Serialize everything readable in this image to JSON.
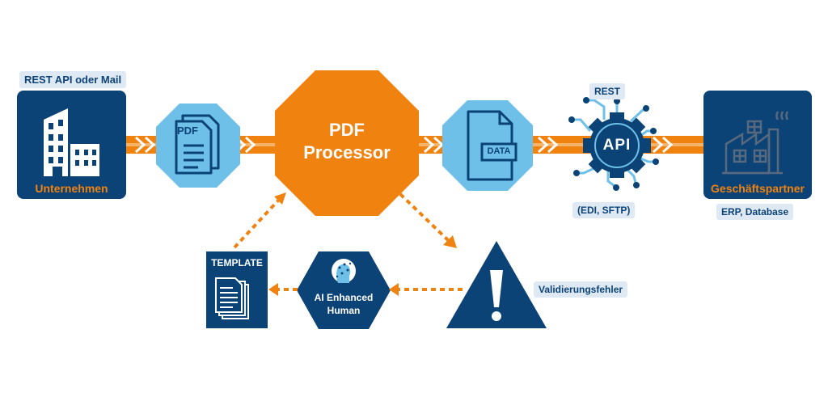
{
  "labels": {
    "input_channel": "REST API oder Mail",
    "processor_line1": "PDF",
    "processor_line2": "Processor",
    "company": "Unternehmen",
    "pdf_doc": "PDF",
    "data_doc": "DATA",
    "rest": "REST",
    "api": "API",
    "protocols": "(EDI, SFTP)",
    "partner": "Geschäftspartner",
    "partner_systems": "ERP, Database",
    "template": "TEMPLATE",
    "ai_line1": "AI Enhanced",
    "ai_line2": "Human",
    "validation_error": "Validierungsfehler"
  },
  "colors": {
    "navy": "#0b4377",
    "orange": "#f0820f",
    "light_blue": "#6ec0e8",
    "label_bg": "#dfe9f3",
    "white": "#ffffff"
  },
  "icons": [
    "building-icon",
    "pdf-document-icon",
    "data-document-icon",
    "api-gear-icon",
    "factory-icon",
    "template-document-icon",
    "ai-head-icon",
    "warning-icon"
  ]
}
